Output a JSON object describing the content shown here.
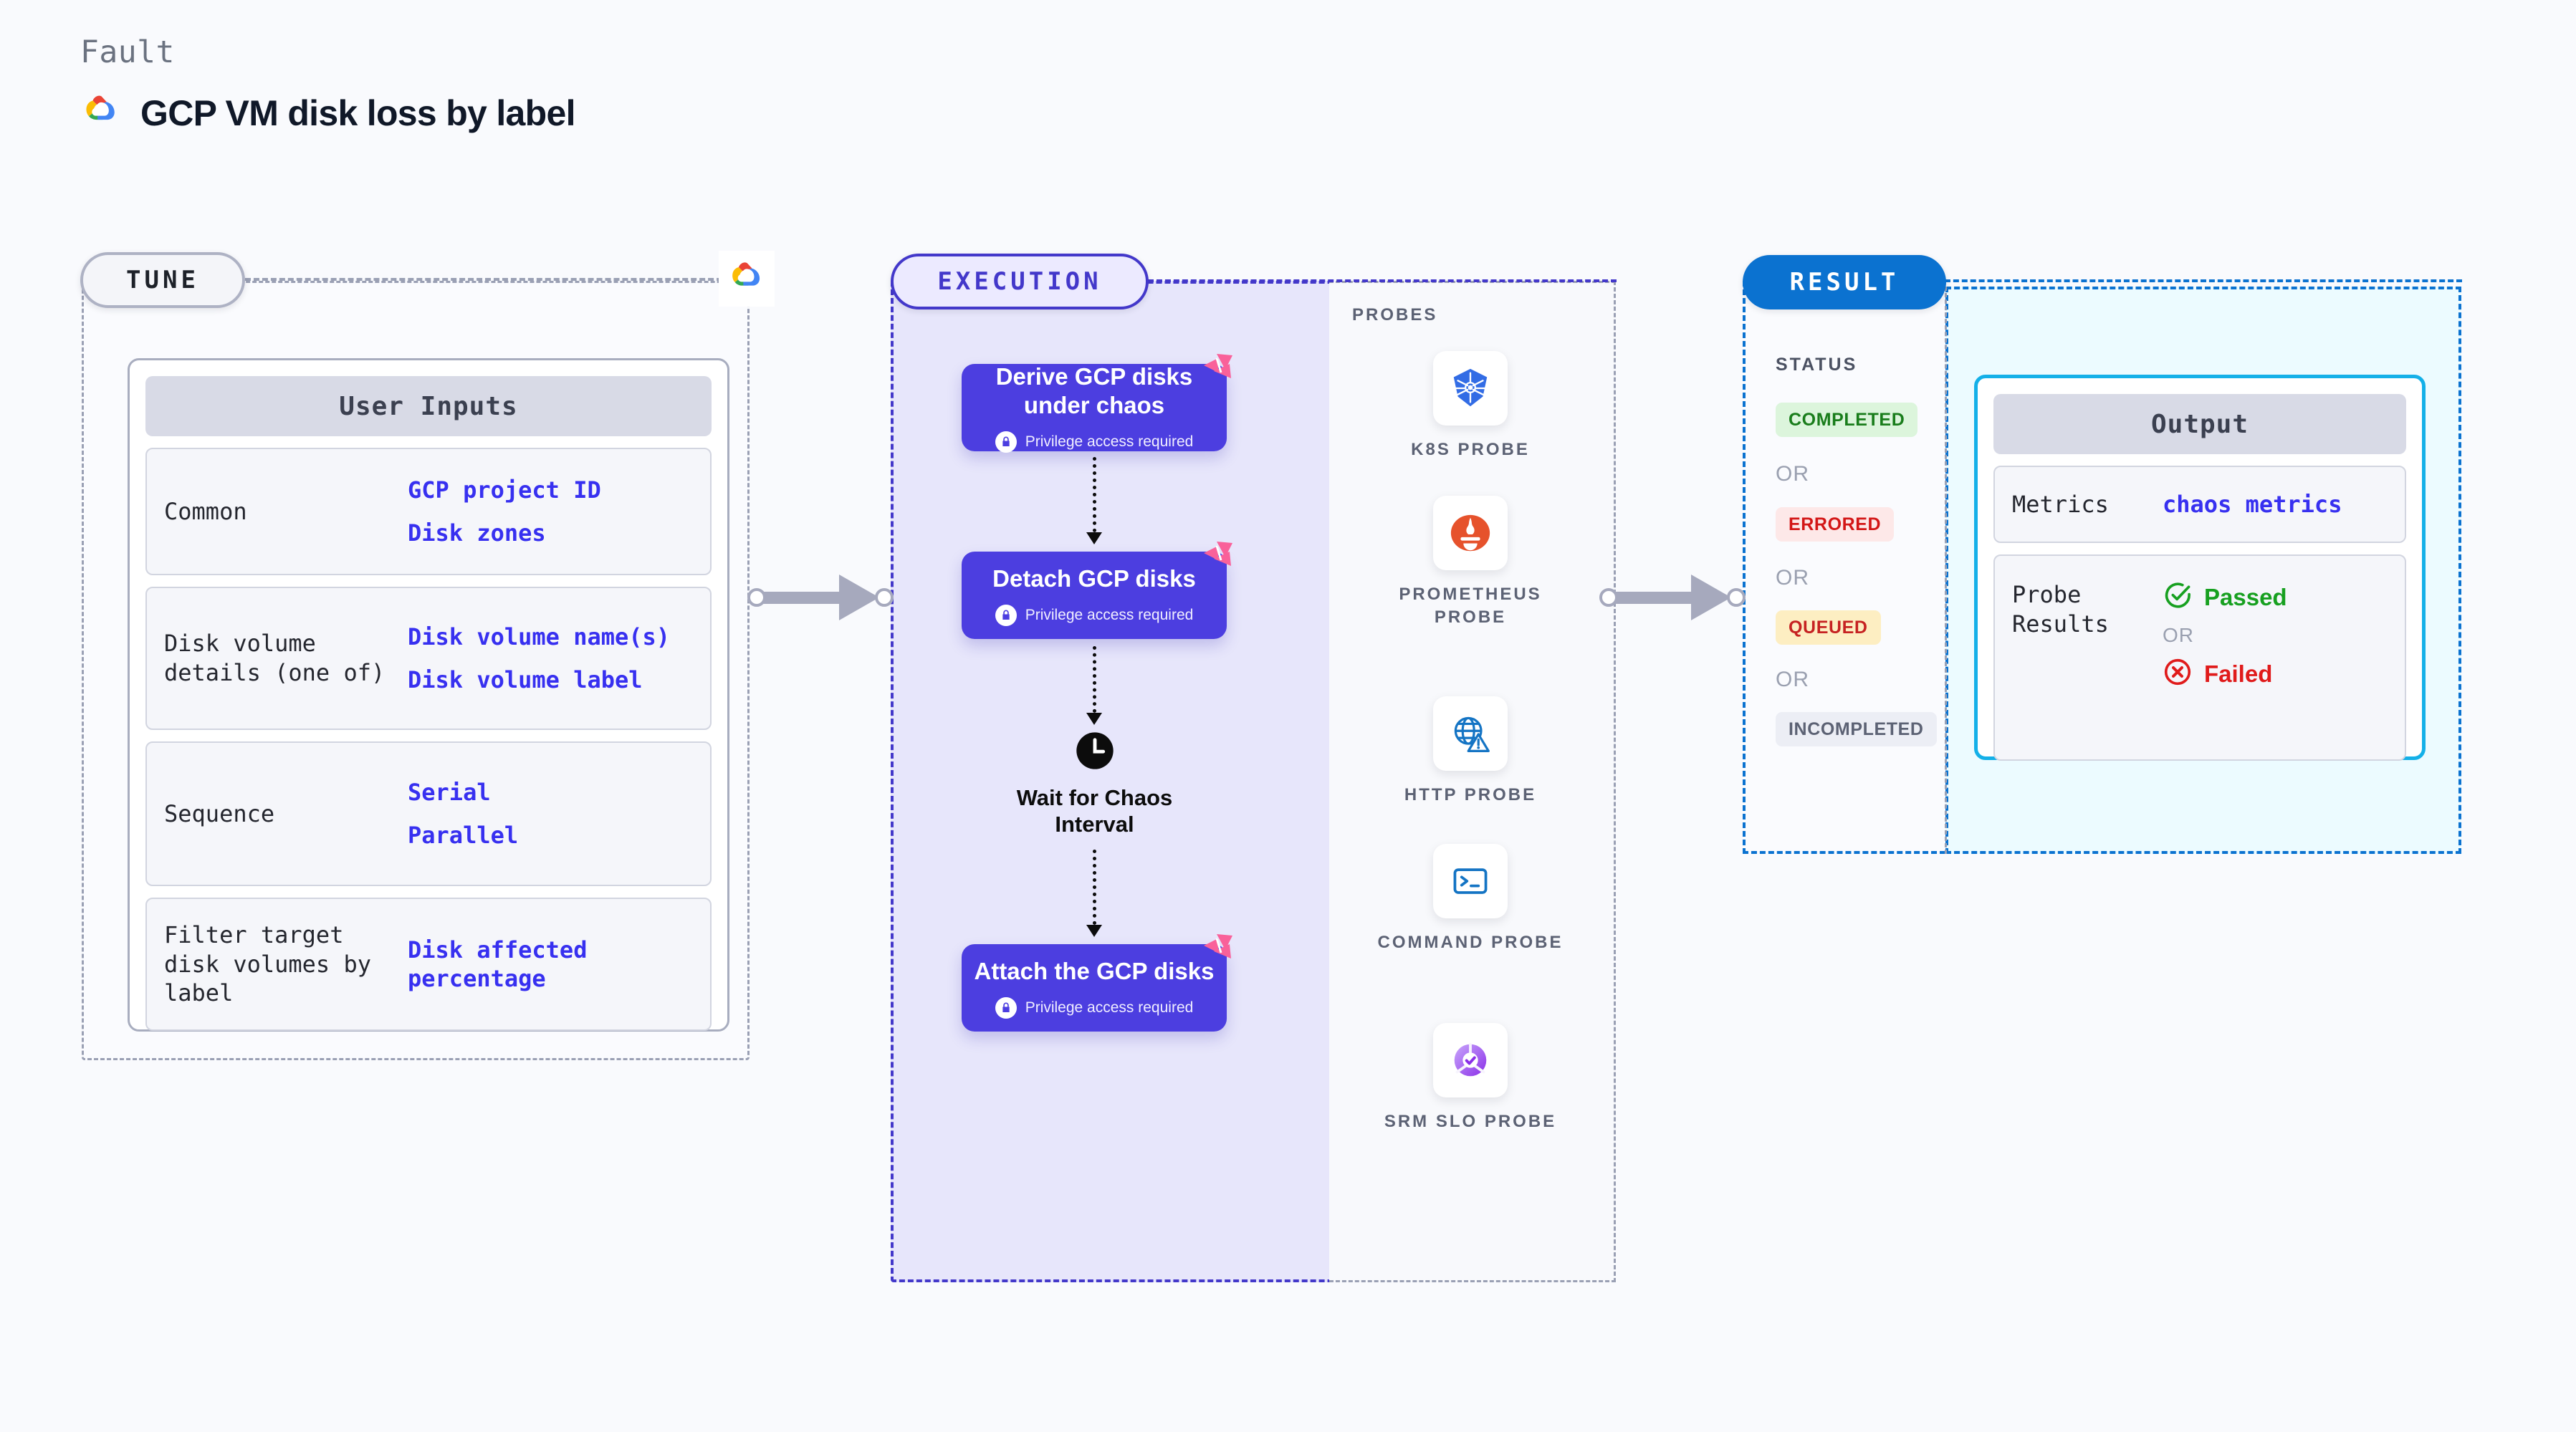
{
  "header": {
    "eyebrow": "Fault",
    "title": "GCP VM disk loss by label",
    "logo_icon": "gcp-logo-icon"
  },
  "tune": {
    "pill_label": "TUNE",
    "badge_icon": "gcp-logo-icon",
    "user_inputs": {
      "title": "User Inputs",
      "rows": [
        {
          "key": "Common",
          "values": [
            "GCP project ID",
            "Disk zones"
          ]
        },
        {
          "key": "Disk volume details (one of)",
          "values": [
            "Disk volume name(s)",
            "Disk volume label"
          ]
        },
        {
          "key": "Sequence",
          "values": [
            "Serial",
            "Parallel"
          ]
        },
        {
          "key": "Filter target disk volumes by label",
          "values": [
            "Disk affected percentage"
          ]
        }
      ]
    }
  },
  "execution": {
    "pill_label": "EXECUTION",
    "privilege_note": "Privilege access required",
    "steps": [
      {
        "title": "Derive GCP disks under chaos",
        "privileged": "Privilege access required",
        "badge_icon": "litmus-logo-icon"
      },
      {
        "title": "Detach GCP disks",
        "privileged": "Privilege access required",
        "badge_icon": "litmus-logo-icon"
      },
      {
        "title": "Attach the GCP disks",
        "privileged": "Privilege access required",
        "badge_icon": "litmus-logo-icon"
      }
    ],
    "wait": {
      "label": "Wait for Chaos Interval",
      "icon": "clock-icon"
    }
  },
  "probes": {
    "title": "PROBES",
    "items": [
      {
        "label": "K8S PROBE",
        "icon": "kubernetes-icon"
      },
      {
        "label": "PROMETHEUS PROBE",
        "icon": "prometheus-icon"
      },
      {
        "label": "HTTP PROBE",
        "icon": "http-globe-warning-icon"
      },
      {
        "label": "COMMAND PROBE",
        "icon": "terminal-icon"
      },
      {
        "label": "SRM SLO PROBE",
        "icon": "srm-slo-icon"
      }
    ]
  },
  "result": {
    "pill_label": "RESULT",
    "status_title": "STATUS",
    "or_label": "OR",
    "statuses": [
      {
        "label": "COMPLETED",
        "bg": "#dcf5dc",
        "fg": "#197d1b"
      },
      {
        "label": "ERRORED",
        "bg": "#fde8e8",
        "fg": "#d31616"
      },
      {
        "label": "QUEUED",
        "bg": "#fdeec2",
        "fg": "#c62222"
      },
      {
        "label": "INCOMPLETED",
        "bg": "#eceef5",
        "fg": "#5c6274"
      }
    ],
    "output": {
      "title": "Output",
      "rows": [
        {
          "key": "Metrics",
          "value": "chaos metrics"
        }
      ],
      "probe_results_key": "Probe Results",
      "passed": {
        "label": "Passed",
        "icon": "check-circle-icon",
        "color": "#17a020"
      },
      "failed": {
        "label": "Failed",
        "icon": "x-circle-icon",
        "color": "#e01b1b"
      }
    }
  },
  "colors": {
    "background": "#f9fafd",
    "execution_accent": "#4338ca",
    "execution_fill": "#e7e6fb",
    "result_accent": "#0b72d0",
    "result_fill": "#ecfbff",
    "tune_accent": "#9aa0b4",
    "step_fill": "#4c3ee0",
    "value_text": "#3730f0",
    "litmus_pink": "#f9619a"
  }
}
